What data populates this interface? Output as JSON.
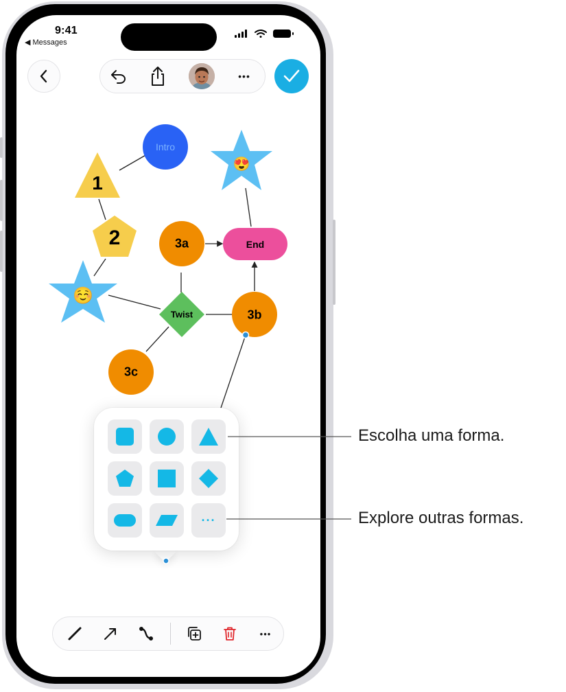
{
  "status_bar": {
    "time": "9:41",
    "back_app": "◀ Messages"
  },
  "toolbar": {
    "back_icon": "chevron-left-icon",
    "undo_icon": "undo-icon",
    "share_icon": "share-icon",
    "more_label": "•••",
    "done_icon": "checkmark-icon"
  },
  "diagram": {
    "nodes": [
      {
        "id": "intro",
        "shape": "circle",
        "label": "Intro",
        "color": "#2962f5",
        "text_color": "#7cb3ff"
      },
      {
        "id": "n1",
        "shape": "triangle",
        "label": "1",
        "color": "#f6cd4c"
      },
      {
        "id": "n2",
        "shape": "pentagon",
        "label": "2",
        "color": "#f6cd4c"
      },
      {
        "id": "smile",
        "shape": "star",
        "label": "☺️",
        "color": "#5cbff3"
      },
      {
        "id": "heart_eyes",
        "shape": "star",
        "label": "😍",
        "color": "#5cbff3"
      },
      {
        "id": "n3a",
        "shape": "circle",
        "label": "3a",
        "color": "#f08c00"
      },
      {
        "id": "end",
        "shape": "rounded-rect",
        "label": "End",
        "color": "#ec4f9c"
      },
      {
        "id": "twist",
        "shape": "diamond",
        "label": "Twist",
        "color": "#5dbf5d"
      },
      {
        "id": "n3b",
        "shape": "circle",
        "label": "3b",
        "color": "#f08c00"
      },
      {
        "id": "n3c",
        "shape": "circle",
        "label": "3c",
        "color": "#f08c00"
      }
    ],
    "connection_handle_color": "#2a8fd6"
  },
  "shape_picker": {
    "accent_color": "#14b8e6",
    "cells": [
      {
        "name": "rounded-square-shape-icon"
      },
      {
        "name": "circle-shape-icon"
      },
      {
        "name": "triangle-shape-icon"
      },
      {
        "name": "pentagon-shape-icon"
      },
      {
        "name": "square-shape-icon"
      },
      {
        "name": "diamond-shape-icon"
      },
      {
        "name": "pill-shape-icon"
      },
      {
        "name": "parallelogram-shape-icon"
      },
      {
        "name": "more-shapes-icon",
        "label": "···"
      }
    ]
  },
  "bottom_toolbar": {
    "tools": [
      "pen-line-icon",
      "arrow-line-icon",
      "connector-icon",
      "duplicate-icon",
      "delete-icon",
      "more-icon"
    ],
    "more_label": "•••",
    "delete_color": "#e0262b"
  },
  "callouts": {
    "choose_shape": "Escolha uma forma.",
    "explore_shapes": "Explore outras formas."
  }
}
